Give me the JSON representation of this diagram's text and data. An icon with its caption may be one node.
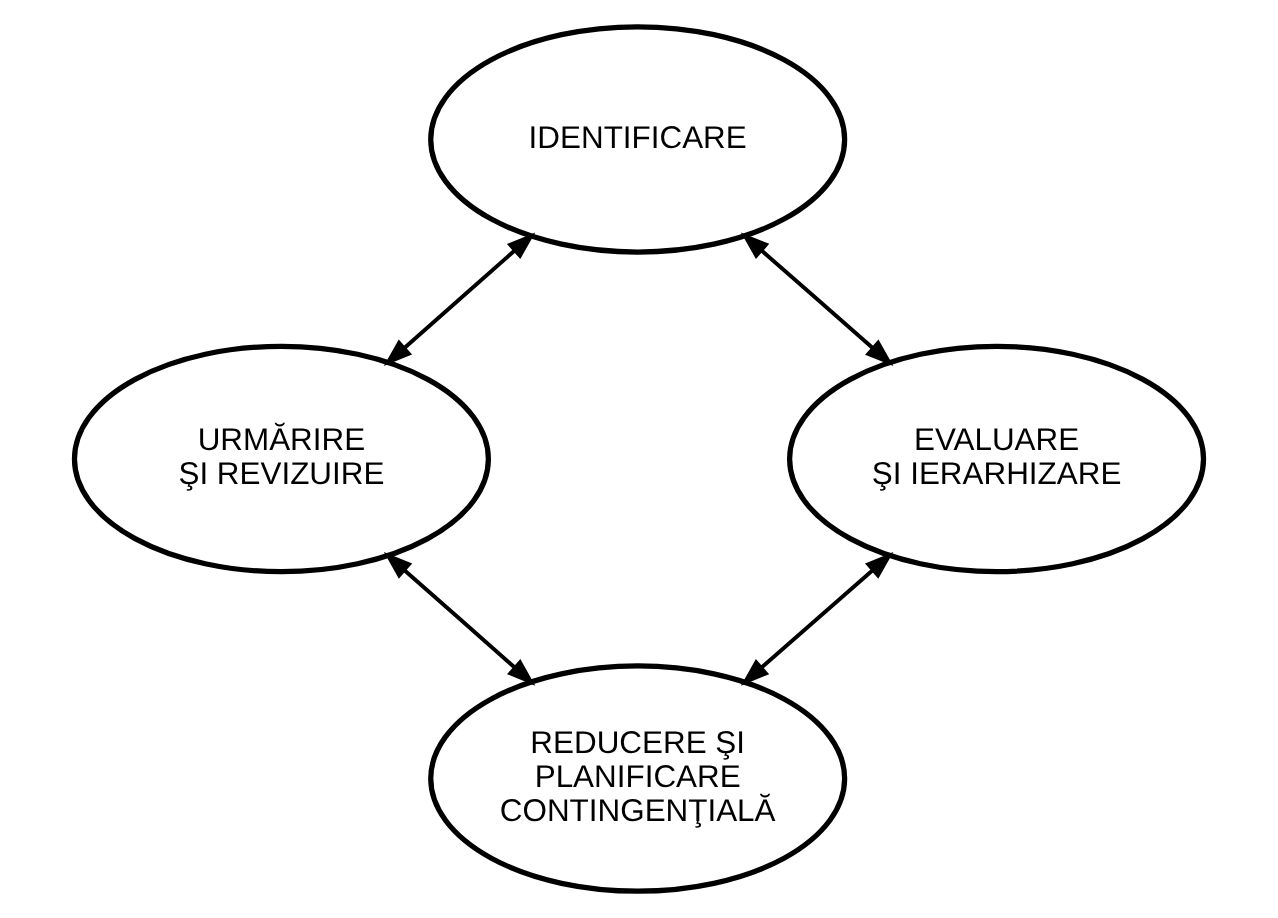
{
  "diagram": {
    "nodes": [
      {
        "text": [
          "IDENTIFICARE"
        ]
      },
      {
        "text": [
          "URMĂRIRE ŞI REVIZUIRE"
        ]
      },
      {
        "text": [
          "EVALUARE ŞI IERARHIZARE"
        ]
      },
      {
        "text": [
          "REDUCERE ŞI PLANIFICARE CONTINGENŢIALĂ"
        ]
      }
    ],
    "edges": [
      {
        "from": 0,
        "to": 2,
        "arrow": "both"
      },
      {
        "from": 2,
        "to": 3,
        "arrow": "both"
      },
      {
        "from": 3,
        "to": 1,
        "arrow": "both"
      },
      {
        "from": 1,
        "to": 0,
        "arrow": "both"
      }
    ]
  }
}
